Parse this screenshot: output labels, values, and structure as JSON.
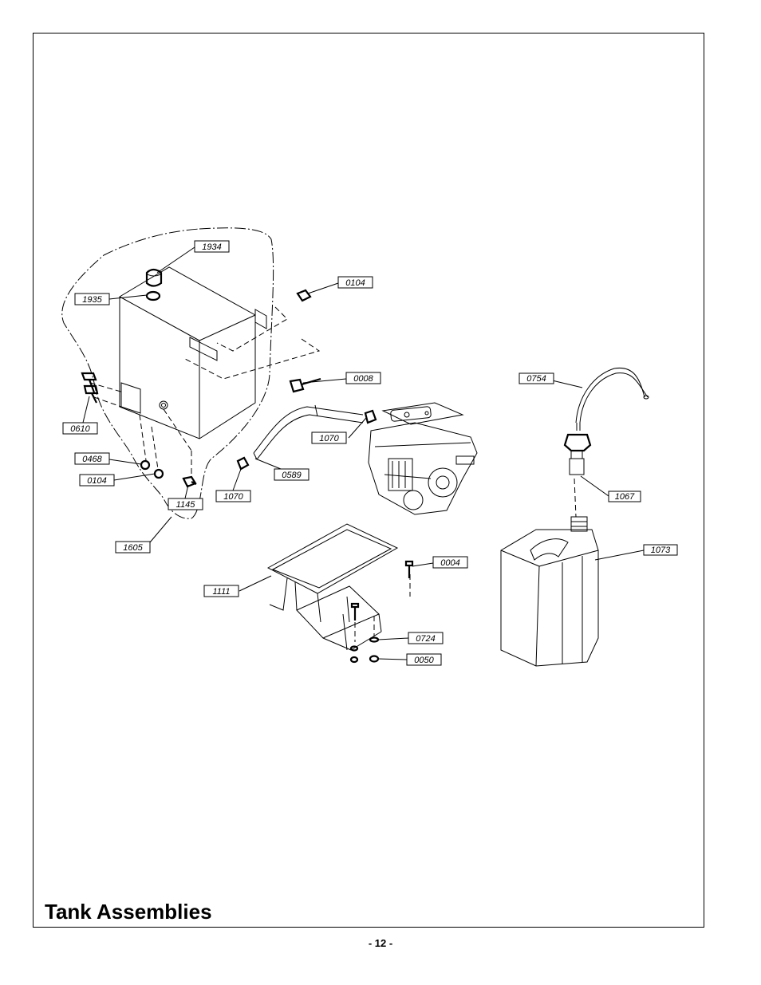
{
  "section_title": "Tank Assemblies",
  "page_number": "- 12 -",
  "callouts": [
    {
      "id": "1934",
      "label": "1934"
    },
    {
      "id": "1935",
      "label": "1935"
    },
    {
      "id": "0104a",
      "label": "0104"
    },
    {
      "id": "0008",
      "label": "0008"
    },
    {
      "id": "0610",
      "label": "0610"
    },
    {
      "id": "1070a",
      "label": "1070"
    },
    {
      "id": "0468",
      "label": "0468"
    },
    {
      "id": "0104b",
      "label": "0104"
    },
    {
      "id": "1145",
      "label": "1145"
    },
    {
      "id": "1070b",
      "label": "1070"
    },
    {
      "id": "0589",
      "label": "0589"
    },
    {
      "id": "1605",
      "label": "1605"
    },
    {
      "id": "0754",
      "label": "0754"
    },
    {
      "id": "1067",
      "label": "1067"
    },
    {
      "id": "1073",
      "label": "1073"
    },
    {
      "id": "0004",
      "label": "0004"
    },
    {
      "id": "1111",
      "label": "1111"
    },
    {
      "id": "0724",
      "label": "0724"
    },
    {
      "id": "0050",
      "label": "0050"
    }
  ]
}
